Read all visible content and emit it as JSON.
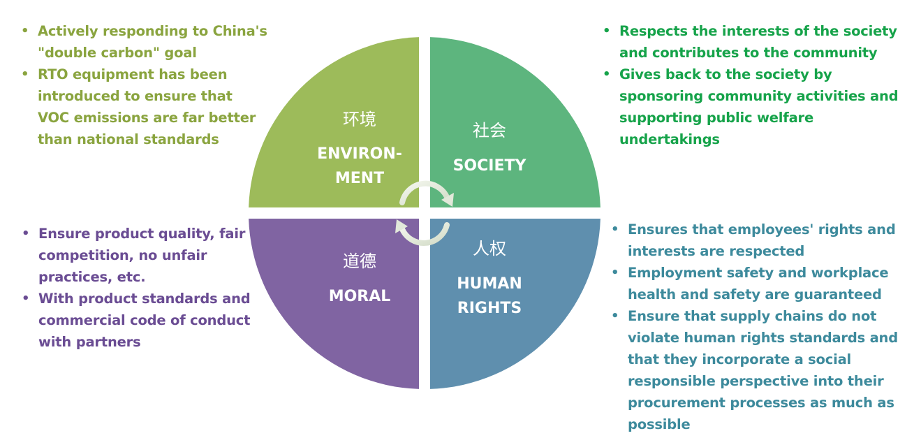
{
  "quadrants": {
    "environment": {
      "cn": "环境",
      "label_line1": "ENVIRON-",
      "label_line2": "MENT",
      "color": "#9dbb5a"
    },
    "society": {
      "cn": "社会",
      "label": "SOCIETY",
      "color": "#5db57e"
    },
    "moral": {
      "cn": "道德",
      "label": "MORAL",
      "color": "#8064a2"
    },
    "human_rights": {
      "cn": "人权",
      "label_line1": "HUMAN",
      "label_line2": "RIGHTS",
      "color": "#5f8fae"
    }
  },
  "environment_points": [
    {
      "line1": "Actively responding to China's",
      "line2": "\"double carbon\" goal"
    },
    {
      "line1": "RTO equipment has been",
      "line2": "introduced to ensure that",
      "line3": "VOC emissions are far better",
      "line4": "than national standards"
    }
  ],
  "society_points": [
    {
      "line1": "Respects the interests of the society",
      "line2": "and contributes to the community"
    },
    {
      "line1": "Gives back to the society by",
      "line2": "sponsoring community activities and",
      "line3": "supporting public welfare",
      "line4": "undertakings"
    }
  ],
  "moral_points": [
    {
      "line1": "Ensure product quality, fair",
      "line2": "competition, no unfair",
      "line3": "practices, etc."
    },
    {
      "line1": "With product standards and",
      "line2": "commercial code of conduct",
      "line3": "with partners"
    }
  ],
  "human_rights_points": [
    {
      "line1": "Ensures that employees' rights and",
      "line2": "interests are respected"
    },
    {
      "line1": "Employment safety and workplace",
      "line2": "health and safety are guaranteed"
    },
    {
      "line1": "Ensure that supply chains do not",
      "line2": "violate human rights standards and",
      "line3": "that they incorporate a social",
      "line4": "responsible perspective into their",
      "line5": "procurement processes as much as",
      "line6": "possible"
    }
  ],
  "bullet_symbol": "•",
  "icons": {
    "cycle": "circular-arrows-icon"
  }
}
